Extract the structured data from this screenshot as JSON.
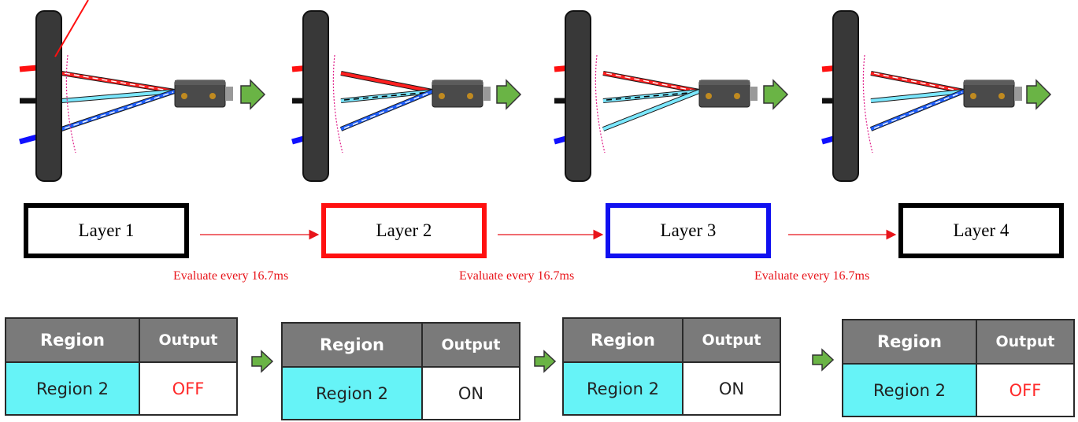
{
  "layers": [
    {
      "label": "Layer 1",
      "border": "#000000"
    },
    {
      "label": "Layer 2",
      "border": "#ff1010"
    },
    {
      "label": "Layer 3",
      "border": "#1010f0"
    },
    {
      "label": "Layer 4",
      "border": "#000000"
    }
  ],
  "evaluations": [
    "Evaluate every 16.7ms",
    "Evaluate every 16.7ms",
    "Evaluate every 16.7ms"
  ],
  "tables": [
    {
      "header_region": "Region",
      "header_output": "Output",
      "region": "Region 2",
      "output": "OFF",
      "output_color": "#ff2a2a"
    },
    {
      "header_region": "Region",
      "header_output": "Output",
      "region": "Region 2",
      "output": "ON",
      "output_color": "#222222"
    },
    {
      "header_region": "Region",
      "header_output": "Output",
      "region": "Region 2",
      "output": "ON",
      "output_color": "#222222"
    },
    {
      "header_region": "Region",
      "header_output": "Output",
      "region": "Region 2",
      "output": "OFF",
      "output_color": "#ff2a2a"
    }
  ],
  "colors": {
    "arrow_green": "#6ab445",
    "beam_cyan": "#7be8ff",
    "eval_red": "#e8141a",
    "region_cyan": "#66f3f7",
    "header_gray": "#7a7a7a"
  },
  "icons": [
    "pole",
    "laser-sensor",
    "green-right-arrow"
  ]
}
